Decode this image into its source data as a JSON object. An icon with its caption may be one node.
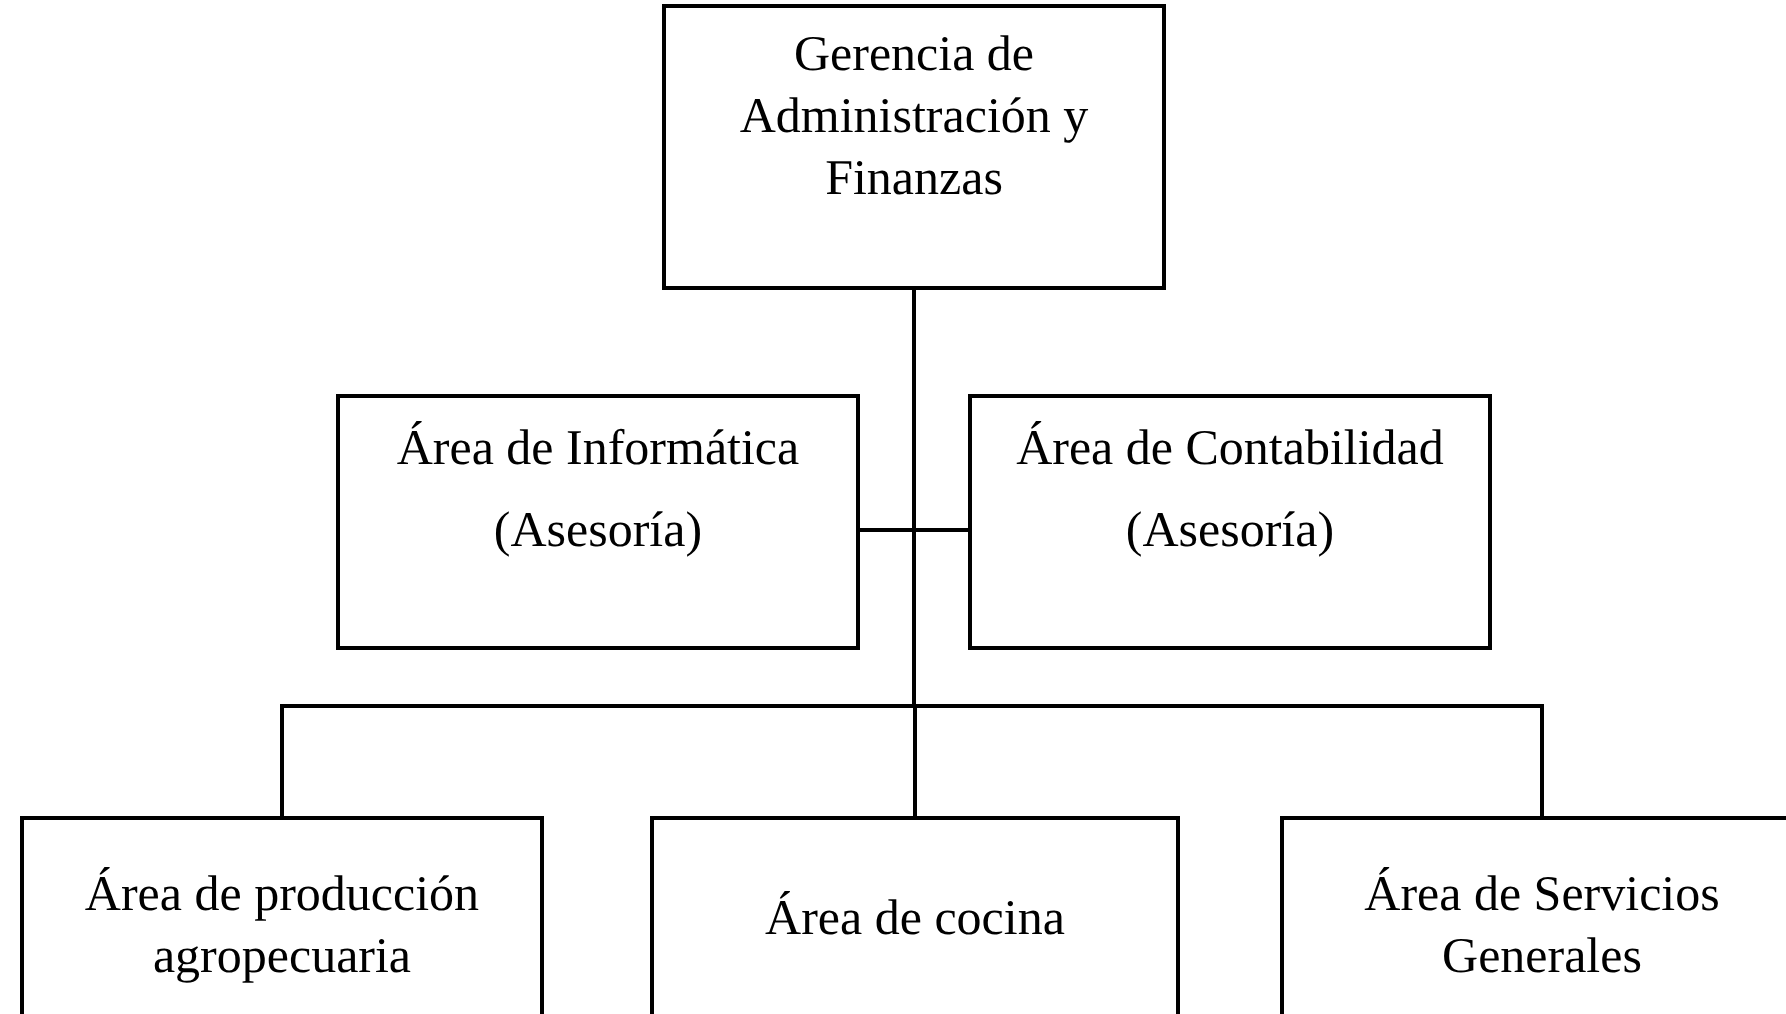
{
  "diagram": {
    "nodes": [
      {
        "text": [
          "Gerencia de Administración y Finanzas"
        ]
      },
      {
        "text": [
          "Área de Informática",
          "(Asesoría)"
        ]
      },
      {
        "text": [
          "Área de Contabilidad",
          "(Asesoría)"
        ]
      },
      {
        "text": [
          "Área de producción agropecuaria"
        ]
      },
      {
        "text": [
          "Área de cocina"
        ]
      },
      {
        "text": [
          "Área de Servicios Generales"
        ]
      }
    ],
    "edges": [
      {
        "from": 0,
        "to": 1,
        "arrow": "none"
      },
      {
        "from": 0,
        "to": 2,
        "arrow": "none"
      },
      {
        "from": 0,
        "to": 3,
        "arrow": "none"
      },
      {
        "from": 0,
        "to": 4,
        "arrow": "none"
      },
      {
        "from": 0,
        "to": 5,
        "arrow": "none"
      }
    ]
  }
}
